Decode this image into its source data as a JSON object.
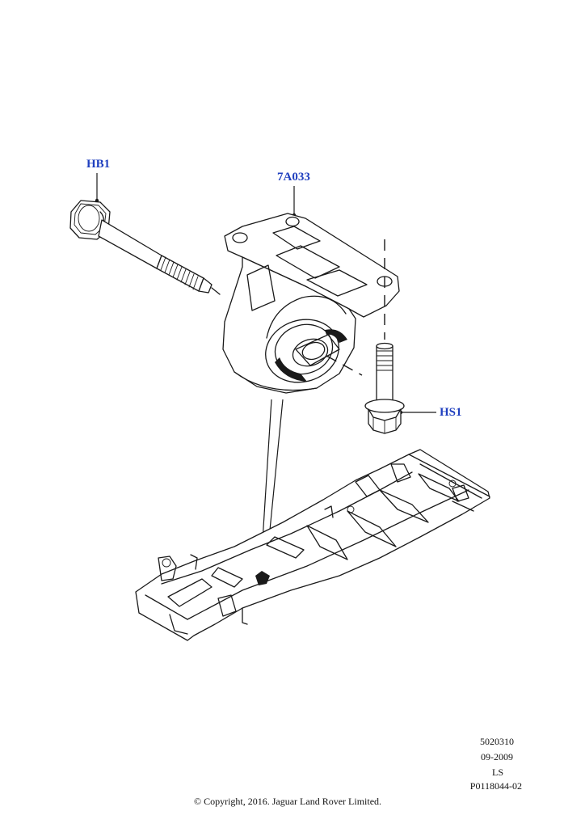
{
  "callouts": {
    "bolt_left": "HB1",
    "mount": "7A033",
    "bolt_right": "HS1"
  },
  "info_block": {
    "reference": "5020310",
    "date": "09-2009",
    "region": "LS",
    "drawing_number": "P0118044-02"
  },
  "copyright": "© Copyright, 2016. Jaguar Land Rover Limited.",
  "colors": {
    "callout": "#1f3fbf",
    "line": "#1a1a1a",
    "background": "#ffffff"
  }
}
